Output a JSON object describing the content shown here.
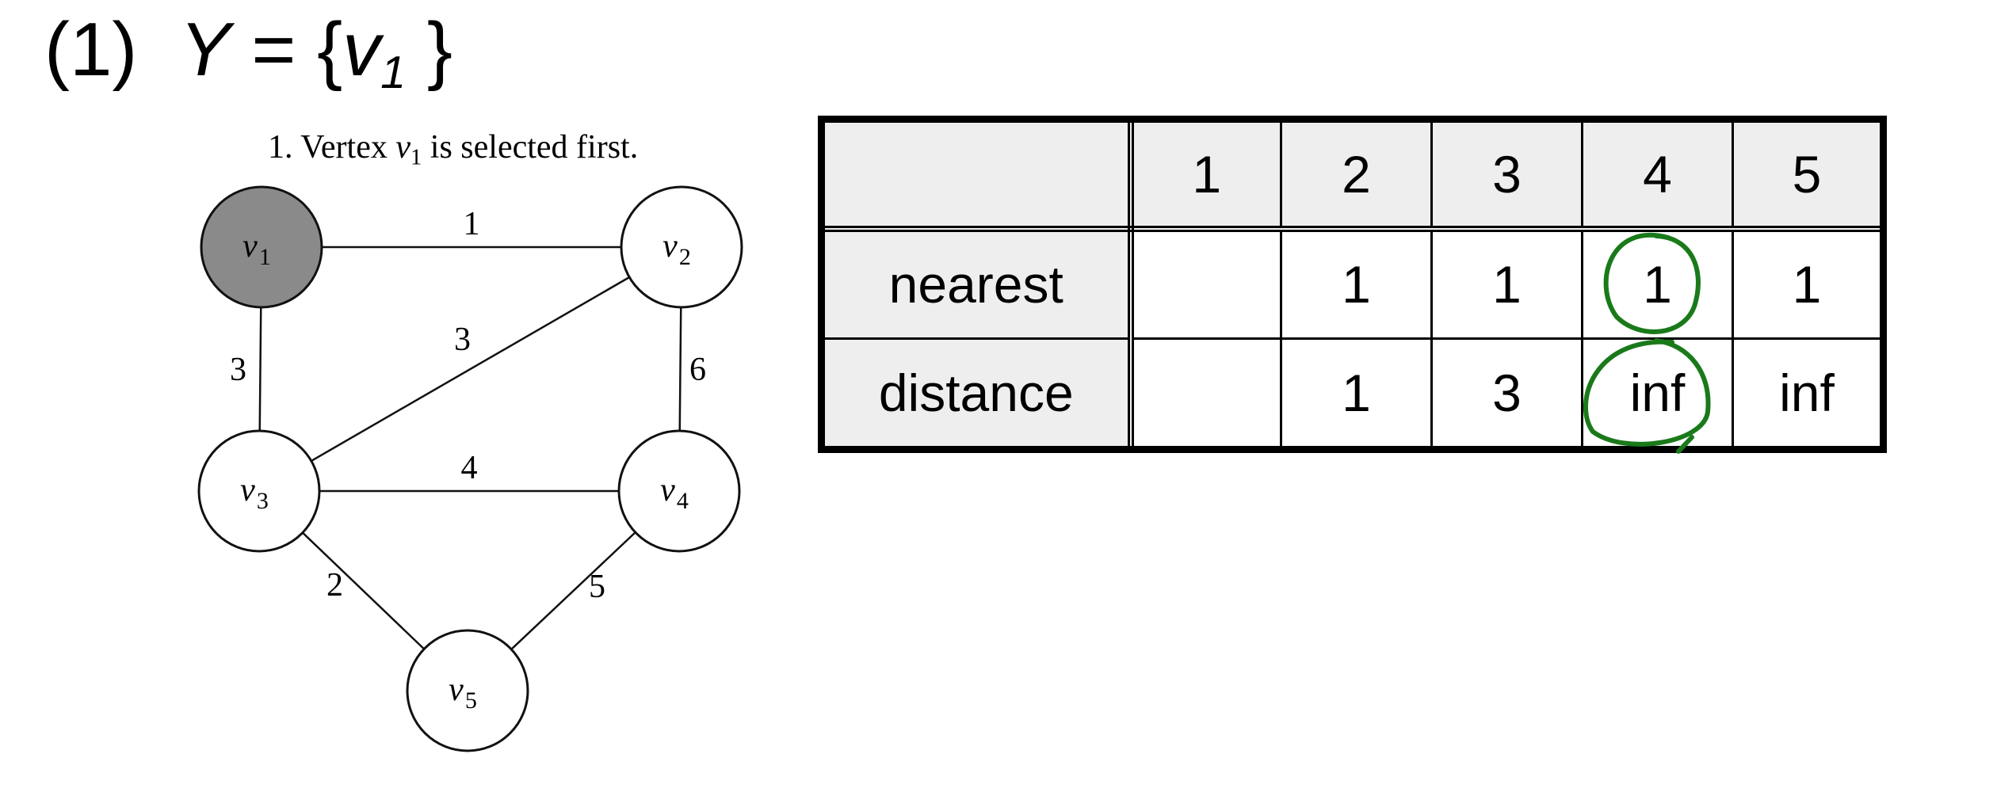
{
  "heading": {
    "prefix": "(1)",
    "set_name": "Y",
    "equals_open": " = {",
    "var": "v",
    "var_sub": "1",
    "close": " }"
  },
  "caption": {
    "before": "1. Vertex ",
    "var": "v",
    "var_sub": "1",
    "after": " is selected first."
  },
  "graph": {
    "nodes": [
      {
        "id": "v1",
        "label": "v",
        "sub": "1",
        "selected": true
      },
      {
        "id": "v2",
        "label": "v",
        "sub": "2",
        "selected": false
      },
      {
        "id": "v3",
        "label": "v",
        "sub": "3",
        "selected": false
      },
      {
        "id": "v4",
        "label": "v",
        "sub": "4",
        "selected": false
      },
      {
        "id": "v5",
        "label": "v",
        "sub": "5",
        "selected": false
      }
    ],
    "edges": [
      {
        "from": "v1",
        "to": "v2",
        "weight": "1"
      },
      {
        "from": "v1",
        "to": "v3",
        "weight": "3"
      },
      {
        "from": "v2",
        "to": "v3",
        "weight": "3"
      },
      {
        "from": "v2",
        "to": "v4",
        "weight": "6"
      },
      {
        "from": "v3",
        "to": "v4",
        "weight": "4"
      },
      {
        "from": "v3",
        "to": "v5",
        "weight": "2"
      },
      {
        "from": "v4",
        "to": "v5",
        "weight": "5"
      }
    ],
    "colors": {
      "selected_fill": "#8a8a8a",
      "node_fill": "#ffffff",
      "stroke": "#111111"
    }
  },
  "table": {
    "columns": [
      "",
      "1",
      "2",
      "3",
      "4",
      "5"
    ],
    "rows": [
      {
        "label": "nearest",
        "cells": [
          "",
          "1",
          "1",
          "1",
          "1"
        ]
      },
      {
        "label": "distance",
        "cells": [
          "",
          "1",
          "3",
          "inf",
          "inf"
        ]
      }
    ],
    "colors": {
      "header_bg": "#eeeeee",
      "annotation": "#1a7a1a"
    }
  }
}
